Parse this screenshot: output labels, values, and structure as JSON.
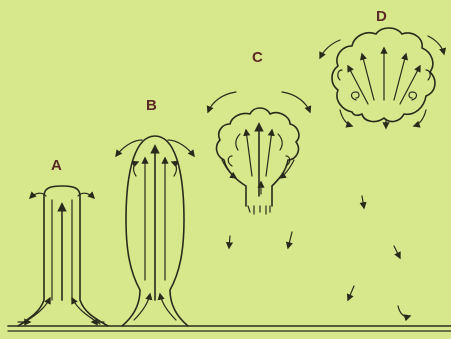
{
  "diagram": {
    "background_color": "#d7e88c",
    "ink_color": "#2a2a1c",
    "label_color": "#5a2a24",
    "stages": [
      {
        "id": "a",
        "label": "A"
      },
      {
        "id": "b",
        "label": "B"
      },
      {
        "id": "c",
        "label": "C"
      },
      {
        "id": "d",
        "label": "D"
      }
    ]
  }
}
